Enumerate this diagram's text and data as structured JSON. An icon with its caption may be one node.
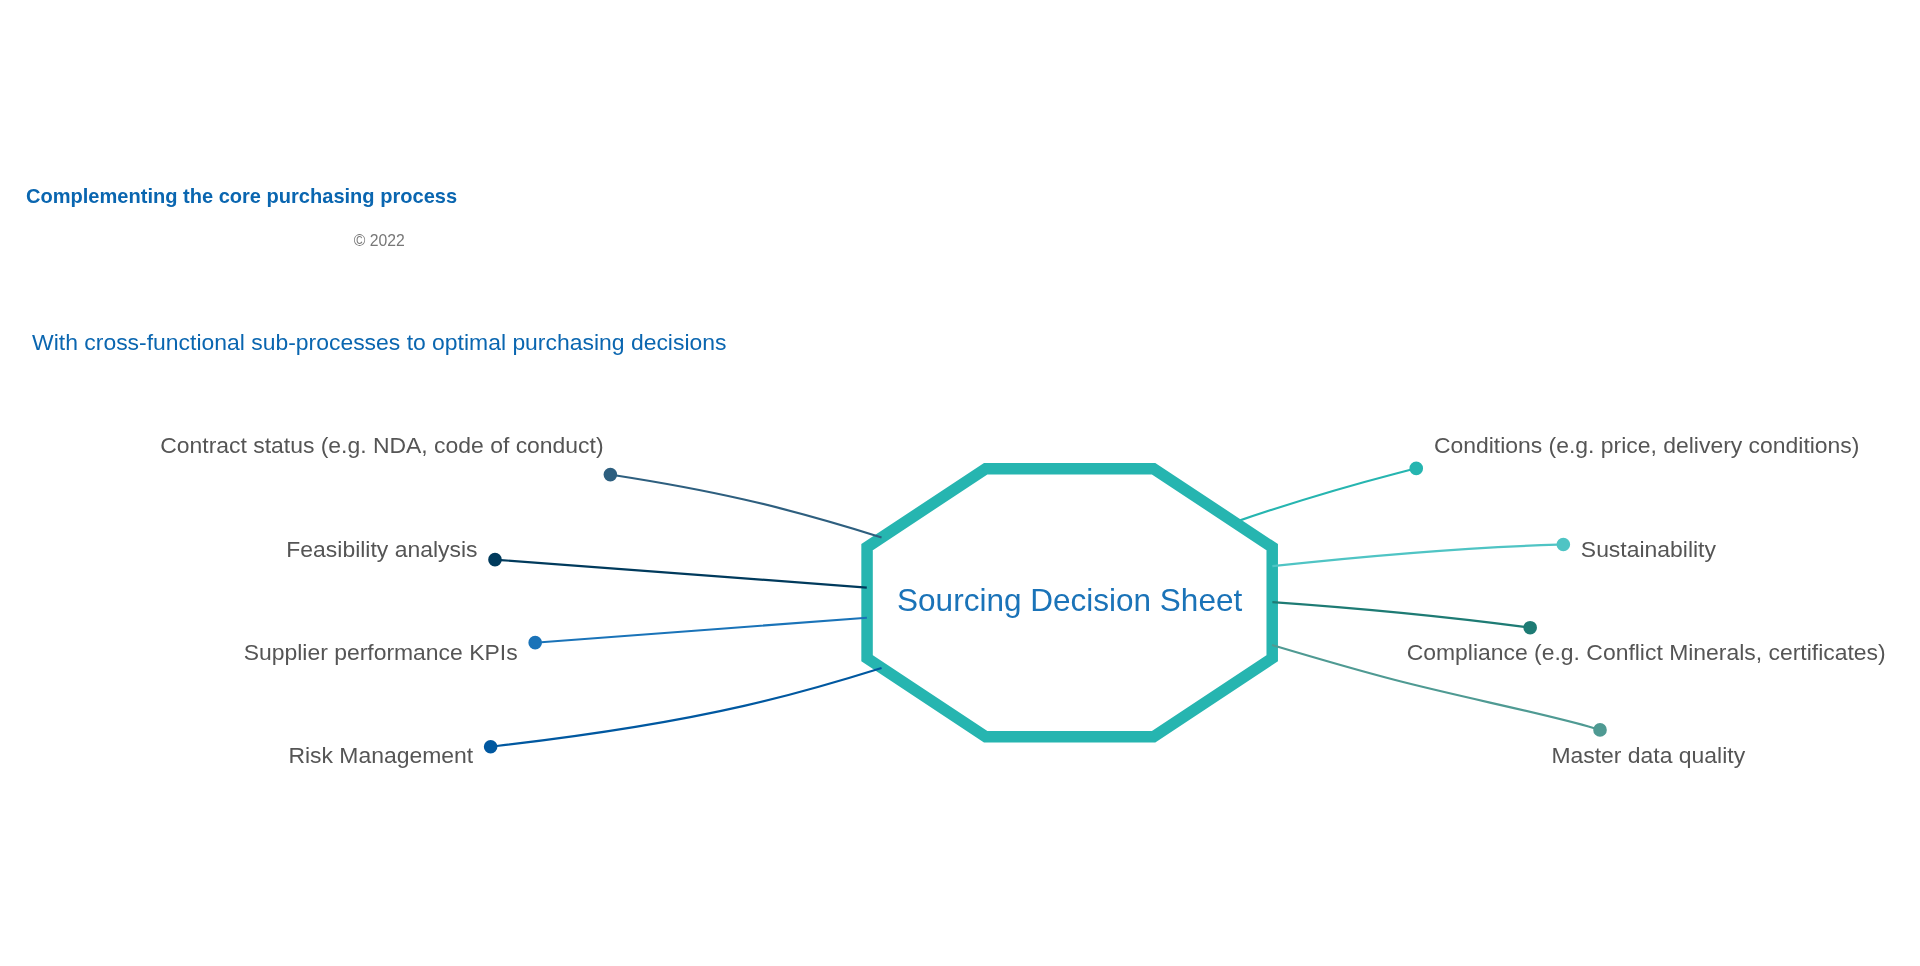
{
  "diagram": {
    "title": "Complementing the core purchasing process",
    "nodes": [
      {
        "text": [
          "Sourcing Decision Sheet"
        ]
      },
      {
        "text": [
          "Contract status (e.g. NDA, code of conduct)"
        ]
      },
      {
        "text": [
          "Conditions (e.g. price, delivery conditions)"
        ]
      },
      {
        "text": [
          "Feasibility analysis"
        ]
      },
      {
        "text": [
          "Sustainability"
        ]
      },
      {
        "text": [
          "Supplier performance KPIs"
        ]
      },
      {
        "text": [
          "Compliance (e.g. Conflict Minerals, certificates)"
        ]
      },
      {
        "text": [
          "Risk Management"
        ]
      },
      {
        "text": [
          "Master data quality"
        ]
      }
    ],
    "edges": [
      {
        "from": 1,
        "to": 0,
        "arrow": "other",
        "color": "#2e5f7f"
      },
      {
        "from": 2,
        "to": 0,
        "arrow": "other",
        "color": "#26b5b0"
      },
      {
        "from": 3,
        "to": 0,
        "arrow": "other",
        "color": "#003a5c"
      },
      {
        "from": 4,
        "to": 0,
        "arrow": "other",
        "color": "#4fc4c4"
      },
      {
        "from": 5,
        "to": 0,
        "arrow": "other",
        "color": "#1a73b8"
      },
      {
        "from": 6,
        "to": 0,
        "arrow": "other",
        "color": "#1e7b74"
      },
      {
        "from": 7,
        "to": 0,
        "arrow": "other",
        "color": "#0058a0"
      },
      {
        "from": 8,
        "to": 0,
        "arrow": "other",
        "color": "#4f9a93"
      }
    ],
    "labels": [
      "With cross-functional sub-processes to optimal purchasing decisions",
      "© 2022"
    ]
  }
}
